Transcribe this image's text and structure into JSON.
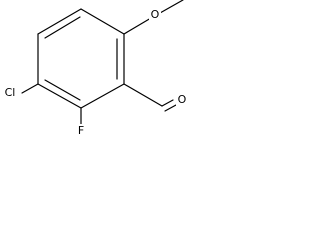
{
  "molecule": {
    "atoms": {
      "methoxy_oxygen": "O",
      "aldehyde_oxygen": "O",
      "chlorine": "Cl",
      "fluorine": "F"
    }
  },
  "colors": {
    "bond": "#000000",
    "label": "#000000",
    "background": "#ffffff"
  }
}
